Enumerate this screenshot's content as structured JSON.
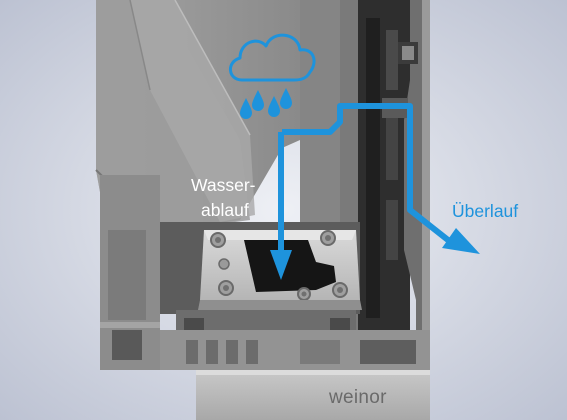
{
  "labels": {
    "drain_line1": "Wasser-",
    "drain_line2": "ablauf",
    "overflow": "Überlauf"
  },
  "brand": {
    "logo_text": "weinor"
  },
  "icons": {
    "weather": "rain-cloud-icon",
    "drain_arrow": "down-arrow-icon",
    "overflow_arrow": "overflow-arrow-icon"
  },
  "colors": {
    "accent_blue": "#1e93dc",
    "background": "#cfd4e2",
    "profile_gray": "#8a8a8a"
  }
}
